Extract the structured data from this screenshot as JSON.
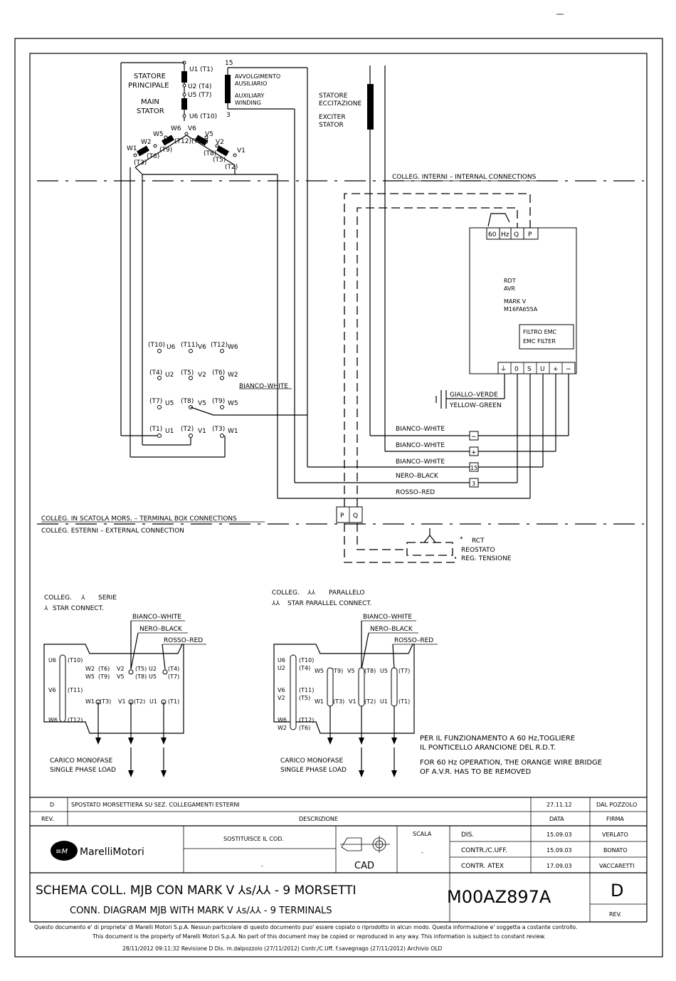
{
  "stator": {
    "main_it": "STATORE",
    "main_it2": "PRINCIPALE",
    "main_en": "MAIN",
    "main_en2": "STATOR",
    "u1": "U1 (T1)",
    "u2": "U2 (T4)",
    "u5": "U5 (T7)",
    "u6": "U6 (T10)",
    "w1": "W1",
    "w2": "W2",
    "w5": "W5",
    "w6": "W6",
    "v6": "V6",
    "v5": "V5",
    "v2": "V2",
    "v1": "V1",
    "t3": "(T3)",
    "t6": "(T6)",
    "t9": "(T9)",
    "t12": "(T12)",
    "t11": "(T11)",
    "t8": "(T8)",
    "t5": "(T5)",
    "t2": "(T2)"
  },
  "aux": {
    "n15": "15",
    "n3": "3",
    "it1": "AVVOLGIMENTO",
    "it2": "AUSILIARIO",
    "en1": "AUXILIARY",
    "en2": "WINDING"
  },
  "exciter": {
    "it1": "STATORE",
    "it2": "ECCITAZIONE",
    "en1": "EXCITER",
    "en2": "STATOR"
  },
  "sections": {
    "internal": "COLLEG. INTERNI – INTERNAL CONNECTIONS",
    "terminal_box": "COLLEG. IN SCATOLA MORS. – TERMINAL BOX CONNECTIONS",
    "external": "COLLEG. ESTERNI – EXTERNAL CONNECTION"
  },
  "avr": {
    "t60": "60",
    "hz": "Hz",
    "q": "Q",
    "p": "P",
    "l1": "RDT",
    "l2": "AVR",
    "l3": "MARK V",
    "l4": "M16FA655A",
    "emc1": "FILTRO EMC",
    "emc2": "EMC FILTER",
    "b_gnd": "⏚",
    "b_0": "0",
    "b_s": "S",
    "b_u": "U",
    "b_plus": "+",
    "b_minus": "−"
  },
  "terminals": {
    "r1": [
      "(T10)",
      "U6",
      "(T11)",
      "V6",
      "(T12)",
      "W6"
    ],
    "r2": [
      "(T4)",
      "U2",
      "(T5)",
      "V2",
      "(T6)",
      "W2"
    ],
    "r3": [
      "(T7)",
      "U5",
      "(T8)",
      "V5",
      "(T9)",
      "W5"
    ],
    "r4": [
      "(T1)",
      "U1",
      "(T2)",
      "V1",
      "(T3)",
      "W1"
    ],
    "bianco_white": "BIANCO–WHITE"
  },
  "wires": {
    "giallo": "GIALLO–VERDE",
    "yellow": "YELLOW–GREEN",
    "w1": "BIANCO–WHITE",
    "w2": "BIANCO–WHITE",
    "w3": "BIANCO–WHITE",
    "black": "NERO–BLACK",
    "red": "ROSSO–RED",
    "m_minus": "−",
    "m_plus": "+",
    "m_15": "15",
    "m_3": "3",
    "p": "P",
    "q": "Q"
  },
  "rct": {
    "star": "*",
    "l1": "RCT",
    "l2": "REOSTATO",
    "l3": "REG. TENSIONE"
  },
  "series": {
    "t1": "COLLEG.",
    "t2": "SERIE",
    "t3": "STAR CONNECT.",
    "white": "BIANCO–WHITE",
    "black": "NERO–BLACK",
    "red": "ROSSO–RED",
    "labels": [
      "U6",
      "(T10)",
      "V6",
      "(T11)",
      "W6",
      "(T12)",
      "W2",
      "W5",
      "(T6)",
      "(T9)",
      "V2",
      "V5",
      "(T5)",
      "(T8)",
      "U2",
      "U5",
      "(T4)",
      "(T7)",
      "W1",
      "(T3)",
      "V1",
      "(T2)",
      "U1",
      "(T1)"
    ],
    "load1": "CARICO MONOFASE",
    "load2": "SINGLE PHASE LOAD"
  },
  "parallel": {
    "t1": "COLLEG.",
    "t2": "PARALLELO",
    "t3": "STAR PARALLEL CONNECT.",
    "white": "BIANCO–WHITE",
    "black": "NERO–BLACK",
    "red": "ROSSO–RED",
    "labels": [
      "U6",
      "U2",
      "(T10)",
      "(T4)",
      "W5",
      "(T9)",
      "V5",
      "(T8)",
      "U5",
      "(T7)",
      "V6",
      "V2",
      "(T11)",
      "(T5)",
      "W1",
      "(T3)",
      "V1",
      "(T2)",
      "U1",
      "(T1)",
      "W6",
      "W2",
      "(T12)",
      "(T6)"
    ],
    "load1": "CARICO MONOFASE",
    "load2": "SINGLE PHASE LOAD"
  },
  "note": {
    "it1": "PER IL FUNZIONAMENTO A 60 Hz,TOGLIERE",
    "it2": "IL PONTICELLO ARANCIONE DEL R.D.T.",
    "en1": "FOR 60 Hz OPERATION, THE ORANGE WIRE BRIDGE",
    "en2": "OF A.V.R. HAS TO BE REMOVED"
  },
  "titleblock": {
    "rev_letter": "D",
    "rev_desc": "SPOSTATO MORSETTIERA SU SEZ. COLLEGAMENTI ESTERNI",
    "rev_date": "27.11.12",
    "rev_sign": "DAL POZZOLO",
    "h_rev": "REV.",
    "h_desc": "DESCRIZIONE",
    "h_date": "DATA",
    "h_sign": "FIRMA",
    "logo": "MarelliMotori",
    "replaces": "SOSTITUISCE IL COD.",
    "replaces_val": "-",
    "cad": "CAD",
    "scale": "SCALA",
    "scale_val": "-",
    "dis": "DIS.",
    "dis_date": "15.09.03",
    "dis_name": "VERLATO",
    "contr": "CONTR./C.UFF.",
    "contr_date": "15.09.03",
    "contr_name": "BONATO",
    "atex": "CONTR. ATEX",
    "atex_date": "17.09.03",
    "atex_name": "VACCARETTI",
    "title_it": "SCHEMA COLL. MJB CON MARK V ⅄s/⅄⅄ - 9 MORSETTI",
    "title_en": "CONN. DIAGRAM MJB WITH MARK V ⅄s/⅄⅄ - 9 TERMINALS",
    "code": "M00AZ897A",
    "rev": "D",
    "rev_label": "REV.",
    "disc_it": "Questo documento e' di proprieta' di Marelli Motori S.p.A. Nessun particolare di questo documento puo' essere copiato o riprodotto in alcun modo. Questa informazione e' soggetta a costante controllo.",
    "disc_en": "This document is the property of Marelli Motori S.p.A. No part of this document may be copied or reproduced in any way. This information is subject to constant review.",
    "footer": "28/11/2012 09:11:32 Revisione D  Dis. m.dalpozzolo (27/11/2012)  Contr./C.Uff. f.savegnago (27/11/2012)     Archivio OLD"
  }
}
